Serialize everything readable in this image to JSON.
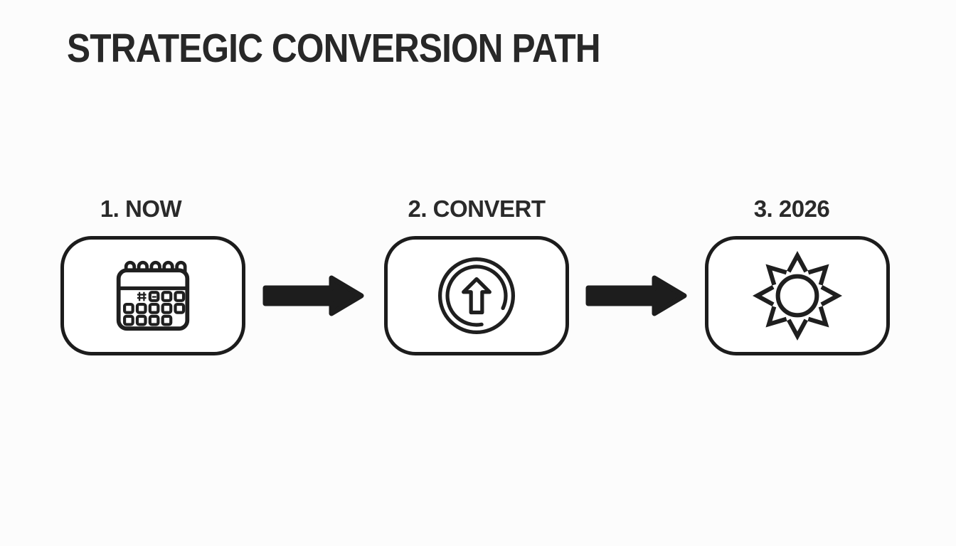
{
  "page": {
    "title": "STRATEGIC CONVERSION PATH"
  },
  "steps": [
    {
      "label": "1. NOW",
      "icon": "calendar-icon"
    },
    {
      "label": "2. CONVERT",
      "icon": "circle-up-arrow-icon"
    },
    {
      "label": "3. 2026",
      "icon": "sun-icon"
    }
  ],
  "connectors": [
    {
      "icon": "arrow-right-icon"
    },
    {
      "icon": "arrow-right-icon"
    }
  ],
  "colors": {
    "ink": "#1d1d1d",
    "text": "#2a2a2a",
    "background": "#fcfcfc",
    "box_fill": "#ffffff"
  }
}
